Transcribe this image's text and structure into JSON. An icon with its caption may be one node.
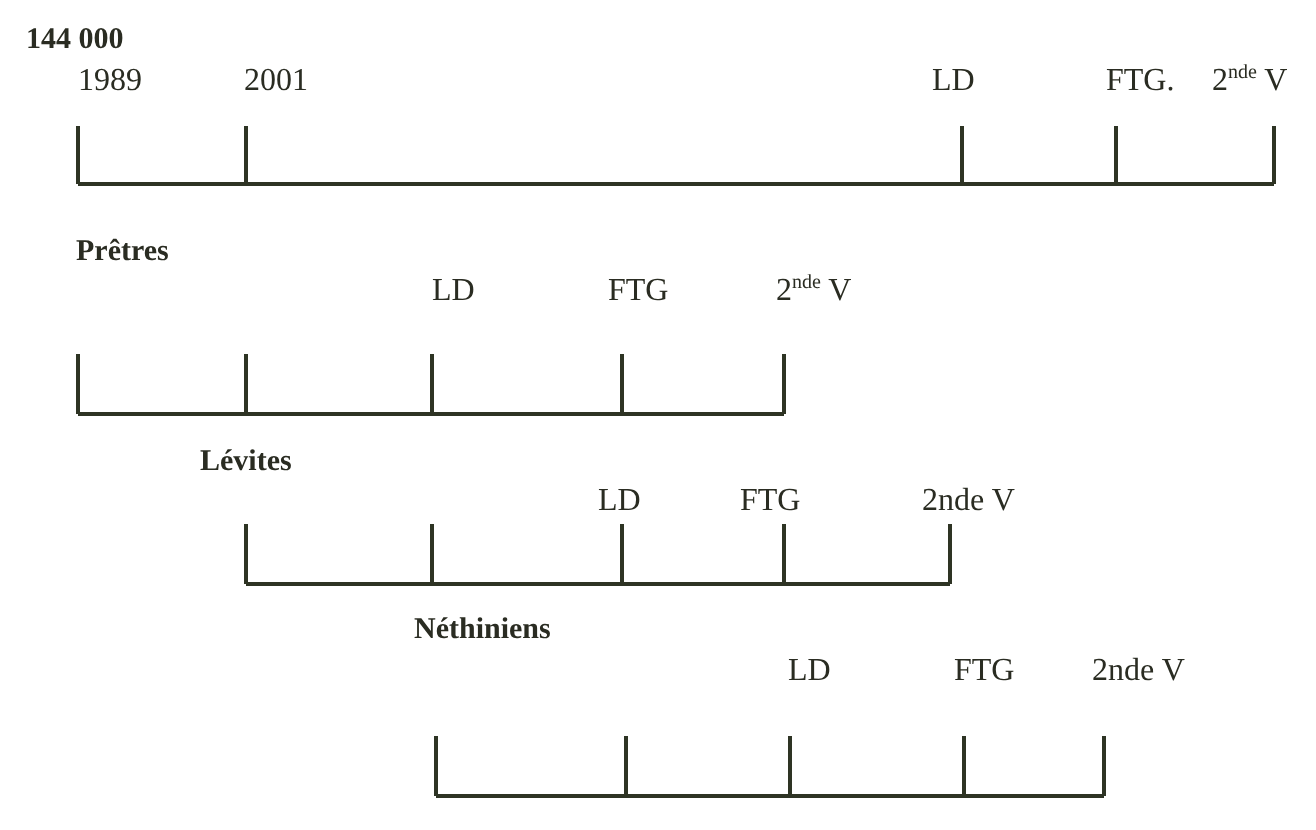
{
  "diagram": {
    "labels": [
      "144 000",
      "1989",
      "2001",
      "LD",
      "FTG.",
      "2$^{nde}$ V",
      "Prêtres",
      "LD",
      "FTG",
      "2$^{nde}$ V",
      "Lévites",
      "LD",
      "FTG",
      "2nde V",
      "Néthiniens",
      "LD",
      "FTG",
      "2nde V"
    ]
  }
}
